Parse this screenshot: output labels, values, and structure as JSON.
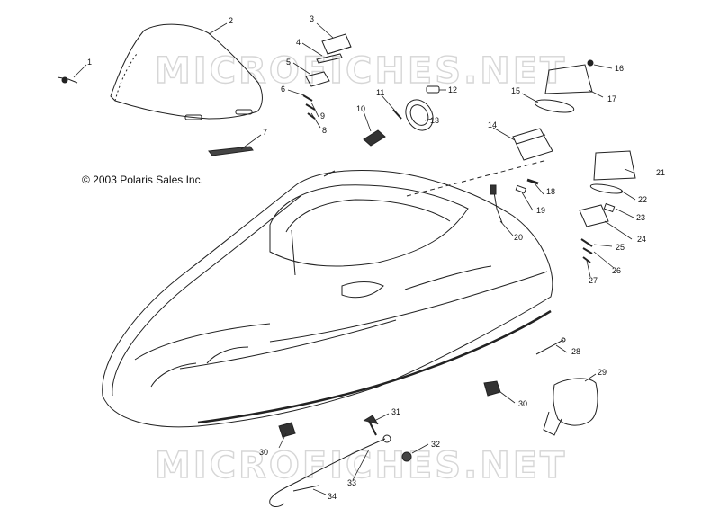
{
  "copyright": "© 2003 Polaris Sales Inc.",
  "watermark": "MICROFICHES.NET",
  "callouts": [
    "1",
    "2",
    "3",
    "4",
    "5",
    "6",
    "7",
    "8",
    "9",
    "10",
    "11",
    "12",
    "13",
    "14",
    "15",
    "16",
    "17",
    "18",
    "19",
    "20",
    "21",
    "22",
    "23",
    "24",
    "25",
    "26",
    "27",
    "28",
    "29",
    "30",
    "30",
    "31",
    "32",
    "33",
    "34"
  ]
}
